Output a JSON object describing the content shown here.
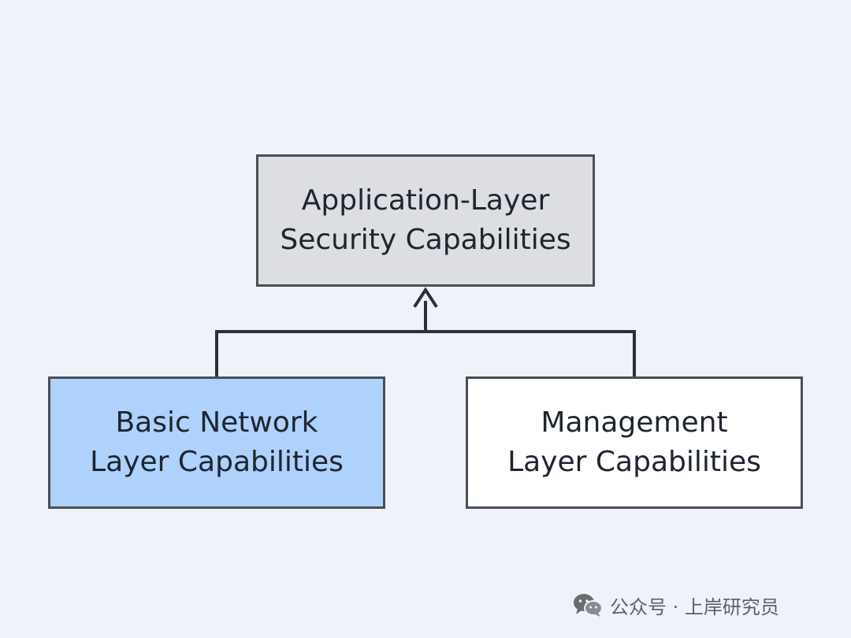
{
  "diagram": {
    "top_box": {
      "line1": "Application-Layer",
      "line2": "Security Capabilities"
    },
    "left_box": {
      "line1": "Basic Network",
      "line2": "Layer Capabilities"
    },
    "right_box": {
      "line1": "Management",
      "line2": "Layer Capabilities"
    }
  },
  "watermark": {
    "text": "公众号 · 上岸研究员",
    "icon": "wechat-icon"
  },
  "colors": {
    "background": "#eef3fa",
    "top_box_fill": "#dcdee1",
    "left_box_fill": "#aed2fb",
    "right_box_fill": "#ffffff",
    "stroke": "#2b2f36"
  }
}
